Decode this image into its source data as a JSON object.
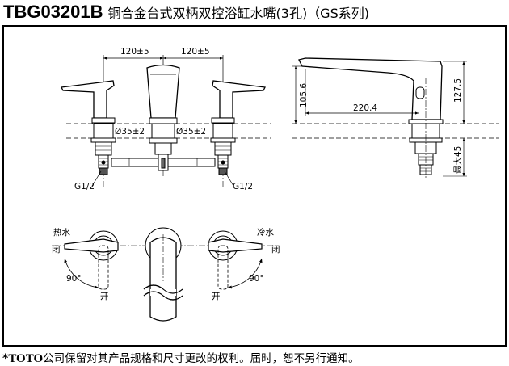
{
  "header": {
    "model": "TBG03201B",
    "description": "铜合金台式双柄双控浴缸水嘴(3孔)（GS系列)"
  },
  "front_view": {
    "spacing_left": "120±5",
    "spacing_right": "120±5",
    "diameter_left": "Ø35±2",
    "diameter_right": "Ø35±2",
    "thread_left": "G1/2",
    "thread_right": "G1/2"
  },
  "side_view": {
    "height_inner": "105.6",
    "reach": "220.4",
    "height_total": "127.5",
    "max_thickness": "最大45"
  },
  "top_view": {
    "hot_label": "热水",
    "cold_label": "冷水",
    "close_left": "闭",
    "close_right": "闭",
    "open_left": "开",
    "open_right": "开",
    "angle_left": "90°",
    "angle_right": "90°"
  },
  "footer": {
    "star": "*",
    "brand": "TOTO",
    "notice": "公司保留对其产品规格和尺寸更改的权利。届时，恕不另行通知。"
  }
}
